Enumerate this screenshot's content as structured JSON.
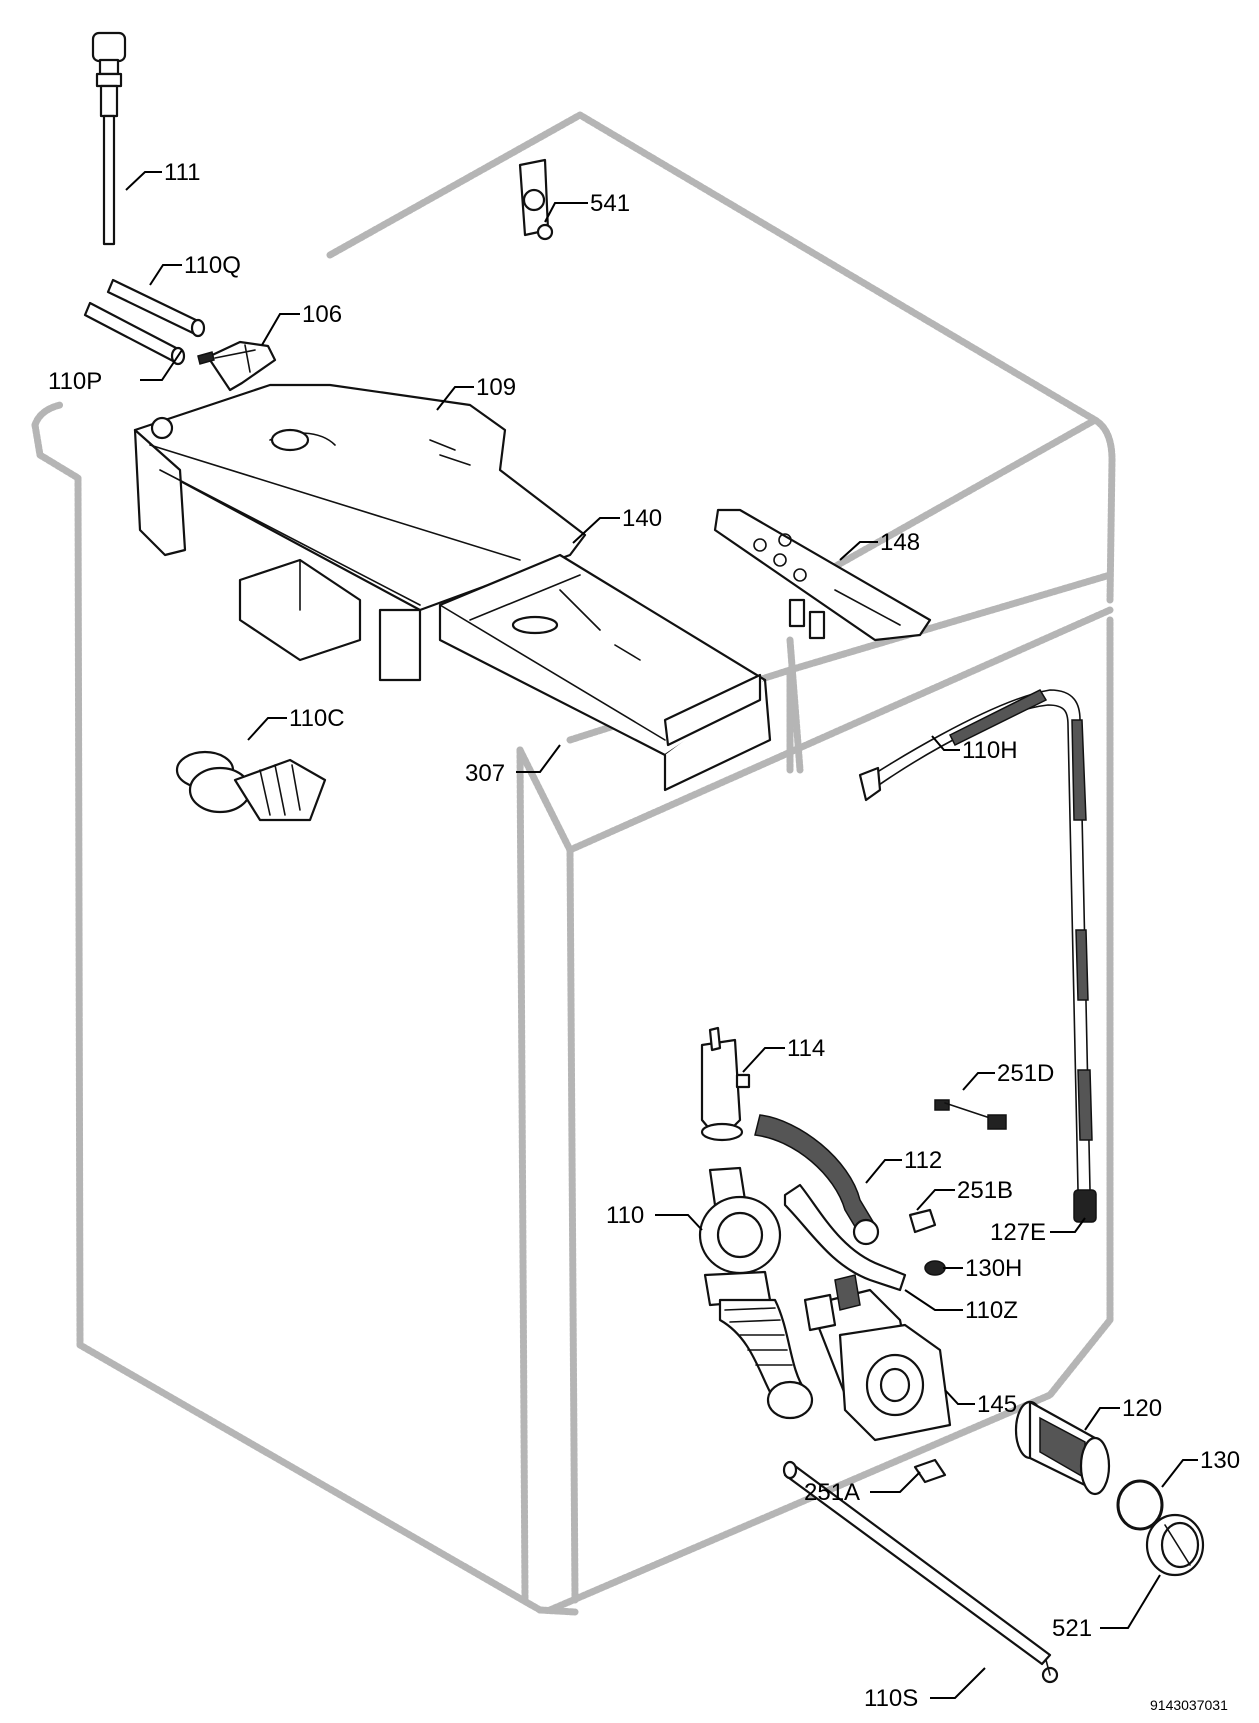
{
  "labels": {
    "p111": "111",
    "p541": "541",
    "p110Q": "110Q",
    "p106": "106",
    "p110P": "110P",
    "p109": "109",
    "p140": "140",
    "p148": "148",
    "p110C": "110C",
    "p307": "307",
    "p110H": "110H",
    "p114": "114",
    "p251D": "251D",
    "p112": "112",
    "p251B": "251B",
    "p110": "110",
    "p127E": "127E",
    "p130H": "130H",
    "p110Z": "110Z",
    "p145": "145",
    "p120": "120",
    "p130": "130",
    "p251A": "251A",
    "p521": "521",
    "p110S": "110S"
  },
  "document_number": "9143037031"
}
